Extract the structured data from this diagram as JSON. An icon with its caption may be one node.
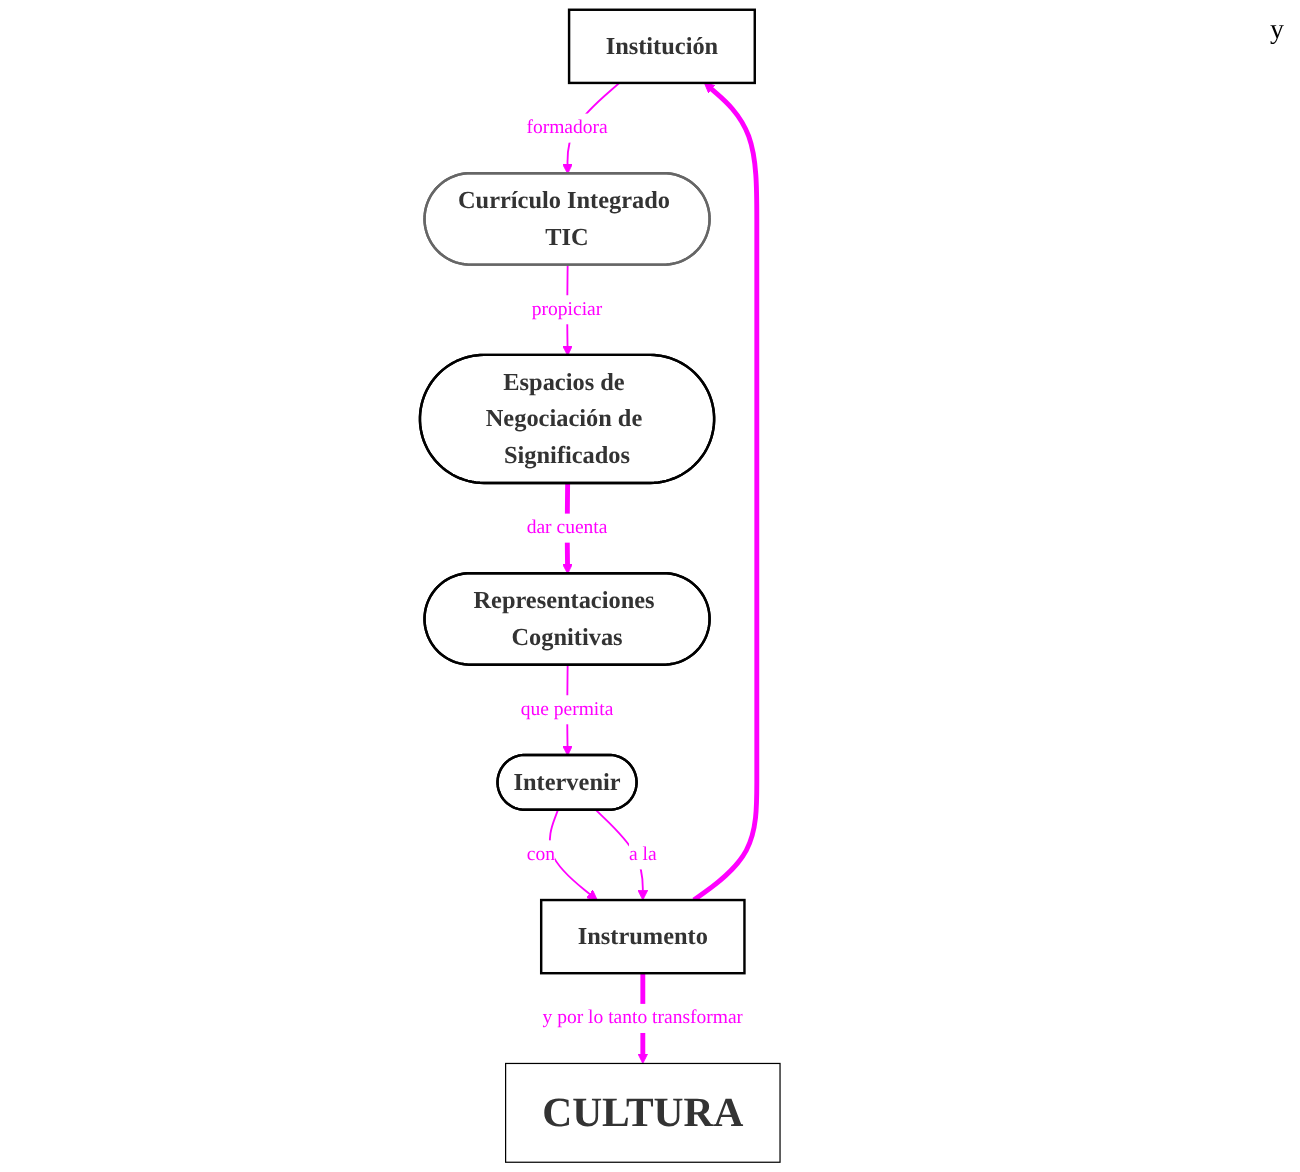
{
  "diagram": {
    "nodes": [
      {
        "text": [
          "CULTURA"
        ]
      },
      {
        "text": [
          "Institución"
        ]
      },
      {
        "text": [
          "Currículo Integrado TIC"
        ]
      },
      {
        "text": [
          "Espacios de Negociación de Significados"
        ]
      },
      {
        "text": [
          "Representaciones Cognitivas"
        ]
      },
      {
        "text": [
          "Intervenir"
        ]
      },
      {
        "text": [
          "Instrumento"
        ]
      }
    ],
    "edges": [
      {
        "from": 1,
        "to": 2,
        "arrow": "to",
        "label": "formadora"
      },
      {
        "from": 2,
        "to": 3,
        "arrow": "to",
        "label": "propiciar"
      },
      {
        "from": 3,
        "to": 4,
        "arrow": "to",
        "label": "dar cuenta",
        "style": "thick"
      },
      {
        "from": 4,
        "to": 5,
        "arrow": "to",
        "label": "que permita"
      },
      {
        "from": 5,
        "to": 6,
        "arrow": "to",
        "label": "con"
      },
      {
        "from": 5,
        "to": 6,
        "arrow": "to",
        "label": "a la"
      },
      {
        "from": 6,
        "to": 0,
        "arrow": "to",
        "label": "y por lo tanto transformar",
        "style": "thick"
      },
      {
        "from": 6,
        "to": 1,
        "arrow": "to",
        "style": "thick"
      }
    ],
    "labels": [
      "y"
    ]
  }
}
